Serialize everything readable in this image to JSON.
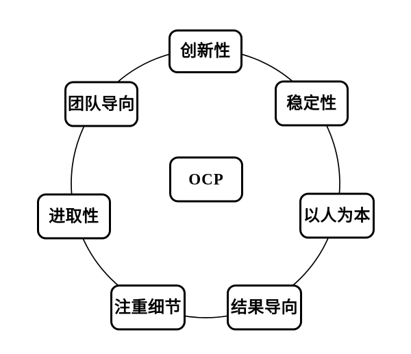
{
  "diagram": {
    "center": {
      "label": "OCP"
    },
    "nodes": [
      {
        "id": "innovation",
        "label": "创新性"
      },
      {
        "id": "stability",
        "label": "稳定性"
      },
      {
        "id": "people-oriented",
        "label": "以人为本"
      },
      {
        "id": "result-oriented",
        "label": "结果导向"
      },
      {
        "id": "detail-oriented",
        "label": "注重细节"
      },
      {
        "id": "enterprising",
        "label": "进取性"
      },
      {
        "id": "team-oriented",
        "label": "团队导向"
      }
    ],
    "colors": {
      "line": "#000000",
      "box_border": "#000000",
      "box_fill": "#ffffff",
      "text": "#000000",
      "background": "#ffffff"
    }
  }
}
